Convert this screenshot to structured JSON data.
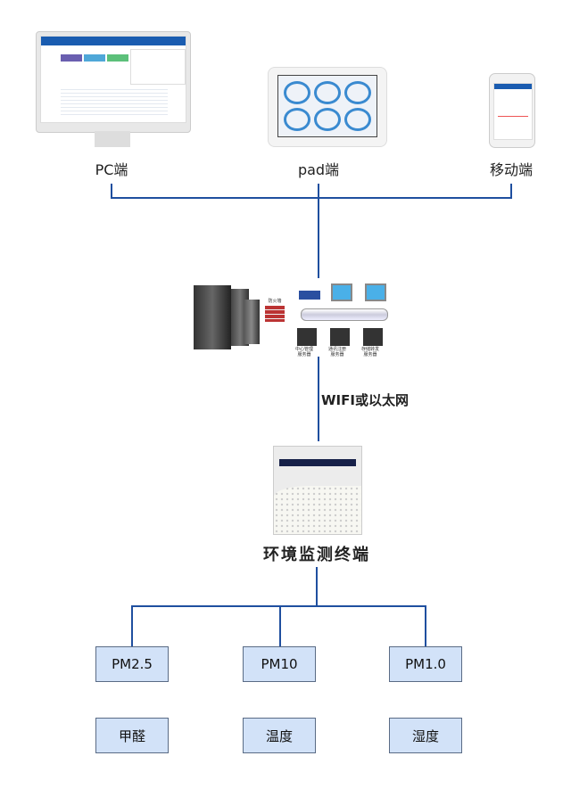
{
  "clients": [
    {
      "label": "PC端"
    },
    {
      "label": "pad端"
    },
    {
      "label": "移动端"
    }
  ],
  "server": {
    "firewall": "防火墙",
    "servers": [
      "中心管理服务器",
      "通讯注册服务器",
      "存储转发服务器"
    ]
  },
  "link_label": "WIFI或以太网",
  "terminal": {
    "title": "环境监测终端"
  },
  "sensors": [
    {
      "label": "PM2.5"
    },
    {
      "label": "PM10"
    },
    {
      "label": "PM1.0"
    },
    {
      "label": "甲醛"
    },
    {
      "label": "温度"
    },
    {
      "label": "湿度"
    }
  ],
  "colors": {
    "line": "#1f4f9f",
    "box_fill": "#d2e2f8"
  }
}
